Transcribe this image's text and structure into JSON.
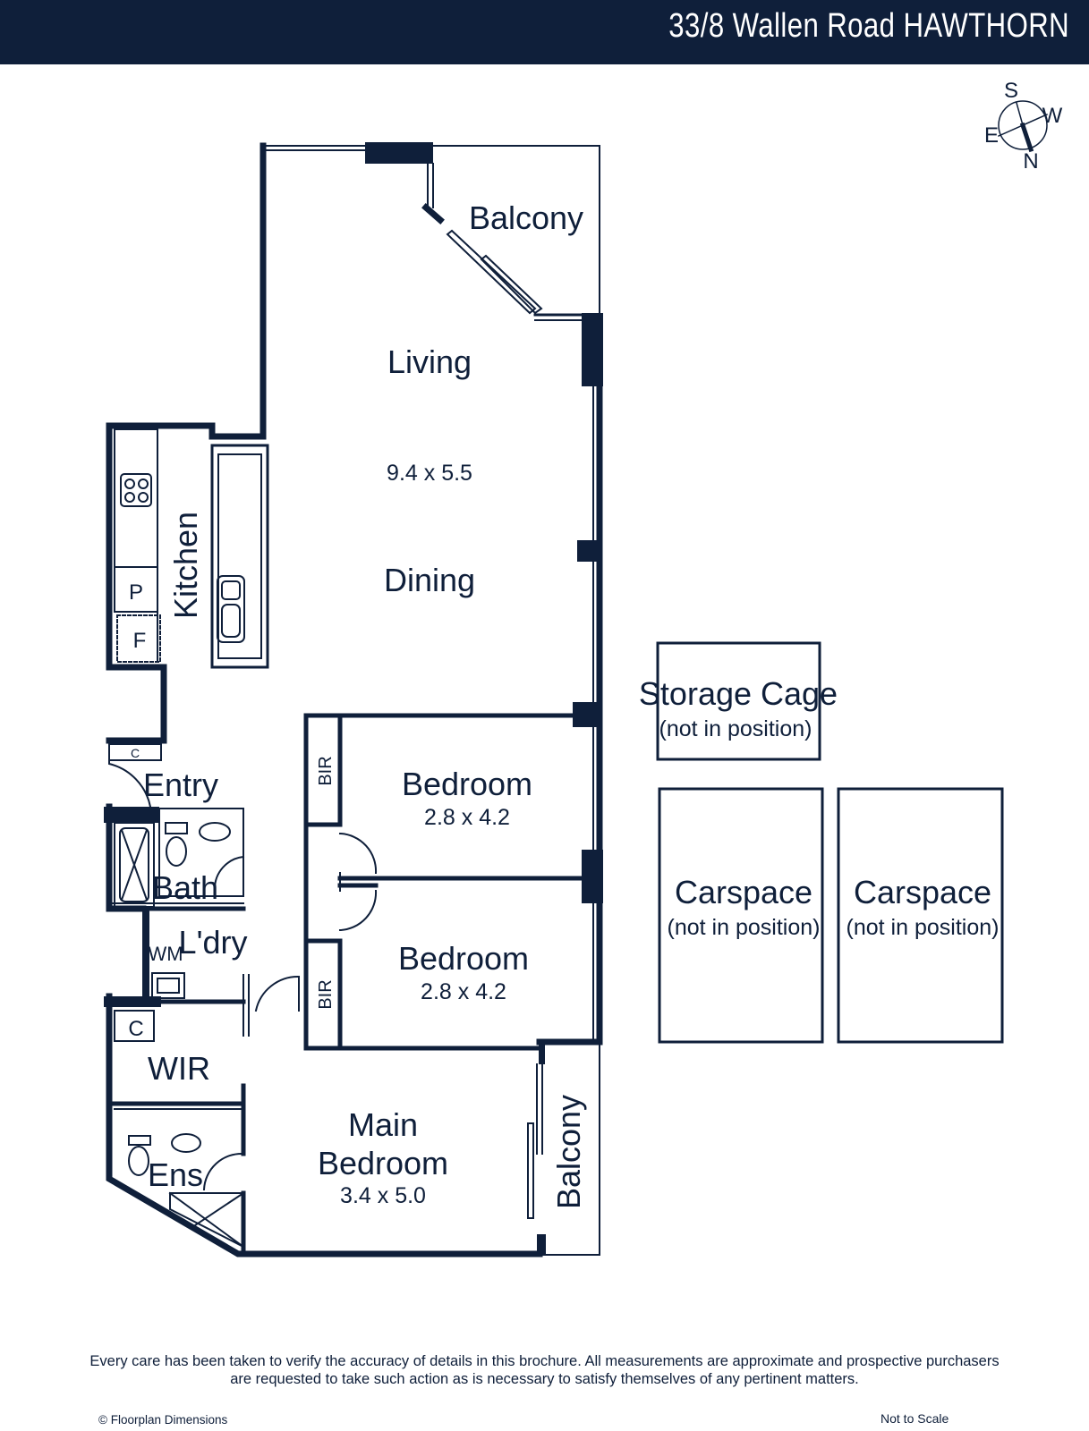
{
  "header": {
    "title": "33/8 Wallen Road HAWTHORN"
  },
  "compass": {
    "s": "S",
    "w": "W",
    "e": "E",
    "n": "N"
  },
  "rooms": {
    "balcony_top": "Balcony",
    "living": "Living",
    "living_dim": "9.4 x 5.5",
    "dining": "Dining",
    "kitchen": "Kitchen",
    "pantry": "P",
    "fridge": "F",
    "cupboard_entry": "C",
    "entry": "Entry",
    "bath": "Bath",
    "laundry": "L'dry",
    "wm": "WM",
    "cupboard_wir": "C",
    "wir": "WIR",
    "ens": "Ens",
    "bir_1": "BIR",
    "bir_2": "BIR",
    "bedroom_1": "Bedroom",
    "bedroom_1_dim": "2.8 x 4.2",
    "bedroom_2": "Bedroom",
    "bedroom_2_dim": "2.8 x 4.2",
    "main_bedroom_l1": "Main",
    "main_bedroom_l2": "Bedroom",
    "main_bedroom_dim": "3.4 x 5.0",
    "balcony_side": "Balcony"
  },
  "extras": {
    "storage_cage": "Storage Cage",
    "storage_note": "(not in position)",
    "carspace_1": "Carspace",
    "carspace_1_note": "(not in position)",
    "carspace_2": "Carspace",
    "carspace_2_note": "(not in position)"
  },
  "footer": {
    "disclaimer_l1": "Every care has been taken to verify the accuracy of details in this brochure. All measurements are approximate and prospective purchasers",
    "disclaimer_l2": "are requested to take such action as is necessary to satisfy themselves of any pertinent matters.",
    "copyright": "© Floorplan Dimensions",
    "scale": "Not to Scale"
  },
  "colors": {
    "ink": "#0f1f3a",
    "background": "#ffffff"
  }
}
